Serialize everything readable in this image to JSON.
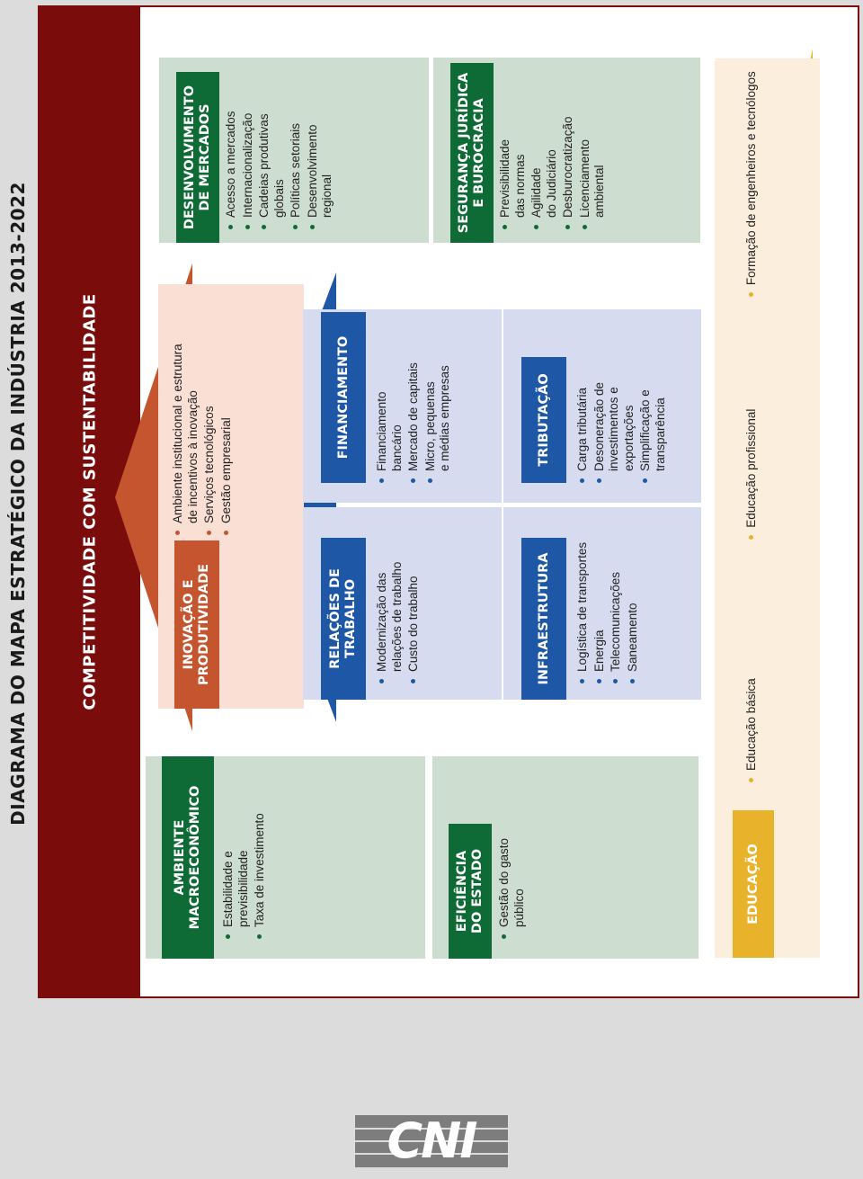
{
  "page_title": "DIAGRAMA DO MAPA ESTRATÉGICO DA INDÚSTRIA 2013-2022",
  "top_band": "COMPETITIVIDADE COM SUSTENTABILIDADE",
  "colors": {
    "band": "#7a0c0c",
    "green_header": "#0f6b35",
    "blue_header": "#1e57a5",
    "orange_header": "#c4552e",
    "yellow_header": "#e9b22b"
  },
  "ambiente_macro": {
    "header": "AMBIENTE\nMACROECONÔMICO",
    "items": [
      "Estabilidade e\nprevisibilidade",
      "Taxa de investimento"
    ]
  },
  "eficiencia": {
    "header": "EFICIÊNCIA\nDO ESTADO",
    "items": [
      "Gestão do gasto\npúblico"
    ]
  },
  "inovacao": {
    "header": "INOVAÇÃO E\nPRODUTIVIDADE",
    "items": [
      "Ambiente institucional e estrutura\nde incentivos à inovação",
      "Serviços tecnológicos",
      "Gestão empresarial"
    ]
  },
  "relacoes": {
    "header": "RELAÇÕES DE\nTRABALHO",
    "items": [
      "Modernização das\nrelações de trabalho",
      "Custo do trabalho"
    ]
  },
  "financiamento": {
    "header": "FINANCIAMENTO",
    "items": [
      "Financiamento\nbancário",
      "Mercado de capitais",
      "Micro, pequenas\ne médias empresas"
    ]
  },
  "infraestrutura": {
    "header": "INFRAESTRUTURA",
    "items": [
      "Logística de transportes",
      "Energia",
      "Telecomunicações",
      "Saneamento"
    ]
  },
  "tributacao": {
    "header": "TRIBUTAÇÃO",
    "items": [
      "Carga tributária",
      "Desoneração de\ninvestimentos e\nexportações",
      "Simplificação e\ntransparência"
    ]
  },
  "desenvolvimento": {
    "header": "DESENVOLVIMENTO\nDE MERCADOS",
    "items": [
      "Acesso a mercados",
      "Internacionalização",
      "Cadeias produtivas\nglobais",
      "Políticas setoriais",
      "Desenvolvimento\nregional"
    ]
  },
  "seguranca": {
    "header": "SEGURANÇA JURÍDICA\nE BUROCRACIA",
    "items": [
      "Previsibilidade\ndas normas",
      "Agilidade\ndo Judiciário",
      "Desburocratização",
      "Licenciamento\nambiental"
    ]
  },
  "educacao": {
    "header": "EDUCAÇÃO",
    "items": [
      "Educação básica",
      "Educação profissional",
      "Formação de engenheiros e tecnólogos"
    ]
  },
  "logo_text": "CNI"
}
